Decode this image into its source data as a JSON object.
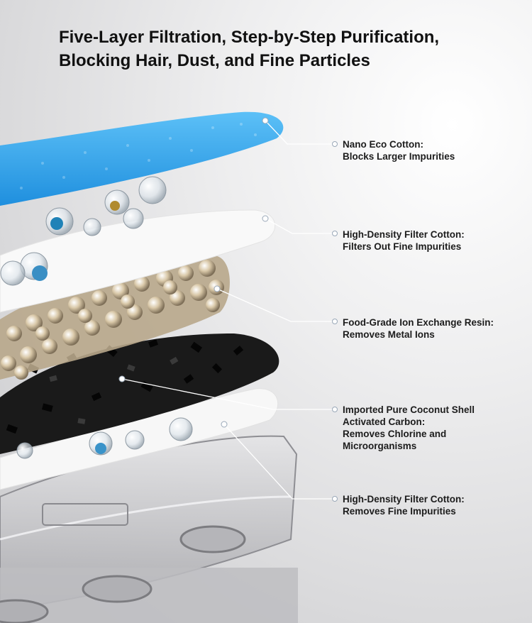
{
  "headline": {
    "line1": "Five-Layer Filtration, Step-by-Step Purification,",
    "line2": "Blocking Hair, Dust, and Fine Particles"
  },
  "layers": [
    {
      "line1": "Nano Eco Cotton:",
      "line2": "Blocks Larger Impurities"
    },
    {
      "line1": "High-Density Filter Cotton:",
      "line2": "Filters Out Fine Impurities"
    },
    {
      "line1": "Food-Grade Ion Exchange Resin:",
      "line2": "Removes Metal Ions"
    },
    {
      "line1": "Imported Pure Coconut Shell",
      "line2": "Activated Carbon:",
      "line3": "Removes Chlorine and",
      "line4": "Microorganisms"
    },
    {
      "line1": "High-Density Filter Cotton:",
      "line2": "Removes Fine Impurities"
    }
  ],
  "colors": {
    "foam": "#2f9fe6",
    "filter_cotton": "#f7f7f7",
    "resin": "#c9b79a",
    "carbon": "#141414",
    "leader_line": "#ffffff",
    "text": "#1c1c1c"
  },
  "icons": [
    "water-droplet-icon"
  ]
}
